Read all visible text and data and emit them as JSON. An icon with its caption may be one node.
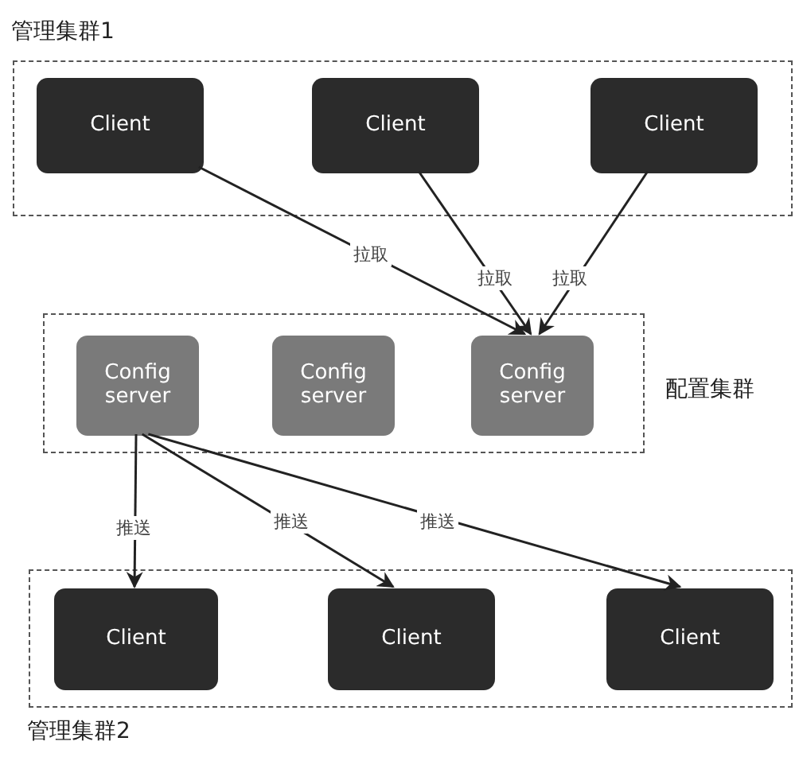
{
  "diagram": {
    "nodes": [
      {
        "text": [
          "管理集群1"
        ]
      },
      {
        "text": [
          "Client"
        ],
        "in": 0
      },
      {
        "text": [
          "Client"
        ],
        "in": 0
      },
      {
        "text": [
          "Client"
        ],
        "in": 0
      },
      {
        "text": [
          "配置集群"
        ]
      },
      {
        "text": [
          "Config server"
        ],
        "in": 4
      },
      {
        "text": [
          "Config server"
        ],
        "in": 4
      },
      {
        "text": [
          "Config server"
        ],
        "in": 4
      },
      {
        "text": [
          "管理集群2"
        ]
      },
      {
        "text": [
          "Client"
        ],
        "in": 8
      },
      {
        "text": [
          "Client"
        ],
        "in": 8
      },
      {
        "text": [
          "Client"
        ],
        "in": 8
      }
    ],
    "edges": [
      {
        "from": 1,
        "to": 7,
        "arrow": "to",
        "label": "拉取"
      },
      {
        "from": 2,
        "to": 7,
        "arrow": "to",
        "label": "拉取"
      },
      {
        "from": 3,
        "to": 7,
        "arrow": "to",
        "label": "拉取"
      },
      {
        "from": 5,
        "to": 9,
        "arrow": "to",
        "label": "推送"
      },
      {
        "from": 5,
        "to": 10,
        "arrow": "to",
        "label": "推送"
      },
      {
        "from": 5,
        "to": 11,
        "arrow": "to",
        "label": "推送"
      }
    ]
  }
}
